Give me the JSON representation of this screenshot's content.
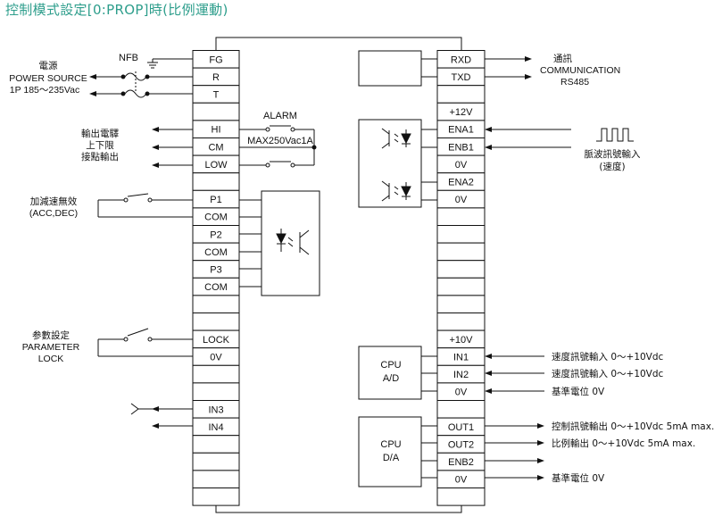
{
  "title": "控制模式設定[0:PROP]時(比例運動)",
  "left_terminals": [
    "FG",
    "R",
    "T",
    "",
    "HI",
    "CM",
    "LOW",
    "",
    "P1",
    "COM",
    "P2",
    "COM",
    "P3",
    "COM",
    "",
    "",
    "LOCK",
    "0V",
    "",
    "",
    "IN3",
    "IN4",
    "",
    "",
    "",
    ""
  ],
  "right_terminals": [
    "RXD",
    "TXD",
    "",
    "+12V",
    "ENA1",
    "ENB1",
    "0V",
    "ENA2",
    "0V",
    "",
    "",
    "",
    "",
    "",
    "",
    "",
    "+10V",
    "IN1",
    "IN2",
    "0V",
    "",
    "OUT1",
    "OUT2",
    "ENB2",
    "0V",
    ""
  ],
  "labels": {
    "nfb": "NFB",
    "power_zh": "電源",
    "power_en": "POWER SOURCE",
    "power_spec": "1P 185～235Vac",
    "alarm": "ALARM",
    "alarm_spec": "MAX250Vac1A",
    "limit_1": "輸出電驛",
    "limit_2": "上下限",
    "limit_3": "接點輸出",
    "accdec_zh": "加減速無效",
    "accdec_en": "(ACC,DEC)",
    "param_zh": "参數設定",
    "param_en1": "PARAMETER",
    "param_en2": "LOCK",
    "comm_zh": "通訊",
    "comm_en": "COMMUNICATION",
    "comm_rs": "RS485",
    "pulse_zh": "脈波訊號輸入",
    "pulse_zh2": "(速度)",
    "cpu_ad_1": "CPU",
    "cpu_ad_2": "A/D",
    "cpu_da_1": "CPU",
    "cpu_da_2": "D/A",
    "in1_sig": "速度訊號輸入 0～+10Vdc",
    "in2_sig": "速度訊號輸入 0～+10Vdc",
    "ref0v_a": "基準電位 0V",
    "out1_sig": "控制訊號輸出 0～+10Vdc 5mA max.",
    "out2_sig": "比例輸出 0～+10Vdc 5mA max.",
    "ref0v_b": "基準電位 0V"
  }
}
